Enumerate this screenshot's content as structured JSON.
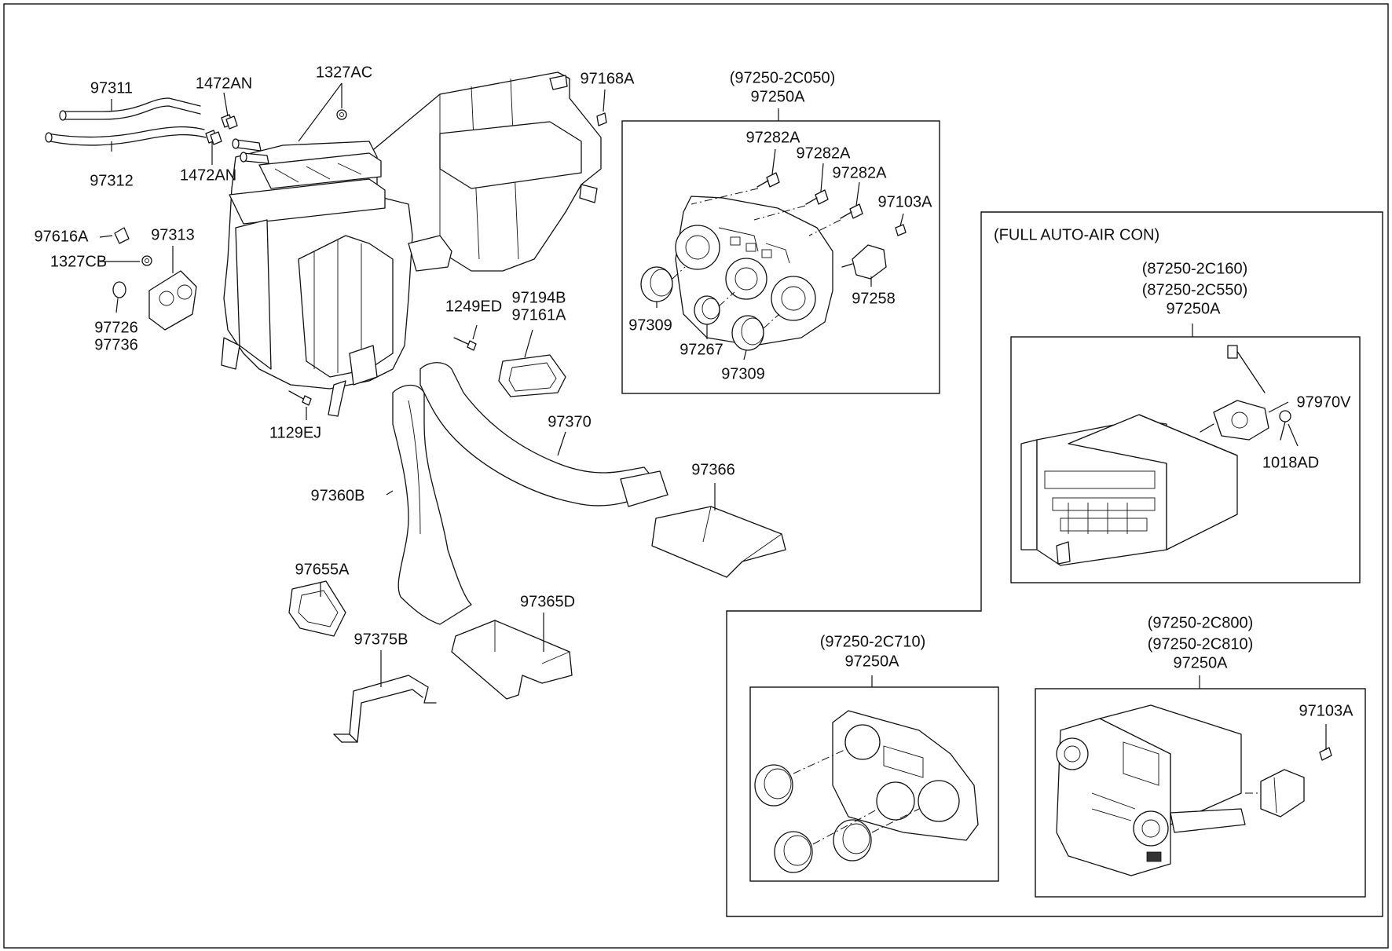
{
  "labels": {
    "p97311": "97311",
    "p97312": "97312",
    "p1472AN_top": "1472AN",
    "p1472AN_bottom": "1472AN",
    "p1327AC": "1327AC",
    "p97168A": "97168A",
    "p97616A": "97616A",
    "p97313": "97313",
    "p1327CB": "1327CB",
    "p97726": "97726",
    "p97736": "97736",
    "p1249ED": "1249ED",
    "p97194B": "97194B",
    "p97161A": "97161A",
    "p1129EJ": "1129EJ",
    "p97370": "97370",
    "p97366": "97366",
    "p97360B": "97360B",
    "p97655A": "97655A",
    "p97375B": "97375B",
    "p97365D": "97365D"
  },
  "control_std": {
    "code": "(97250-2C050)",
    "part": "97250A",
    "screw1": "97282A",
    "screw2": "97282A",
    "screw3": "97282A",
    "screw4": "97103A",
    "knob_left": "97309",
    "knob_small": "97267",
    "knob_right": "97309",
    "actuator": "97258"
  },
  "full_auto": {
    "title": "(FULL AUTO-AIR CON)",
    "code1": "(87250-2C160)",
    "code2": "(87250-2C550)",
    "part": "97250A",
    "motor": "97970V",
    "screw": "1018AD"
  },
  "control_2c710": {
    "code": "(97250-2C710)",
    "part": "97250A"
  },
  "control_2c800": {
    "code1": "(97250-2C800)",
    "code2": "(97250-2C810)",
    "part": "97250A",
    "screw": "97103A"
  }
}
